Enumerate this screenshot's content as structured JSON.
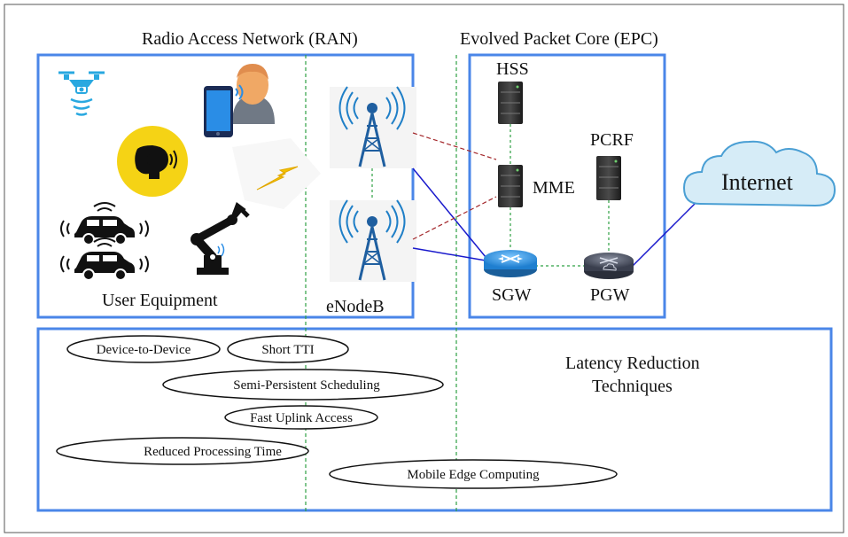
{
  "sections": {
    "ran_title": "Radio Access Network (RAN)",
    "epc_title": "Evolved Packet Core (EPC)"
  },
  "labels": {
    "user_equipment": "User Equipment",
    "enodeb": "eNodeB",
    "hss": "HSS",
    "pcrf": "PCRF",
    "mme": "MME",
    "sgw": "SGW",
    "pgw": "PGW",
    "internet": "Internet"
  },
  "latency": {
    "title_line1": "Latency Reduction",
    "title_line2": "Techniques",
    "techniques": [
      "Device-to-Device",
      "Short TTI",
      "Semi-Persistent Scheduling",
      "Fast Uplink Access",
      "Reduced Processing Time",
      "Mobile Edge Computing"
    ]
  },
  "icons": [
    "drone-icon",
    "person-phone-icon",
    "vr-headset-icon",
    "connected-car-icon",
    "robot-arm-icon",
    "lightning-icon",
    "cell-tower-icon",
    "server-icon",
    "router-icon",
    "cloud-icon"
  ],
  "colors": {
    "box_border": "#4a86e8",
    "ue_to_enb_link": "#1a1acc",
    "x2_link": "#a3262a",
    "core_link": "#2ea043",
    "headset_circle": "#f5d315",
    "lightning": "#f2c200"
  }
}
